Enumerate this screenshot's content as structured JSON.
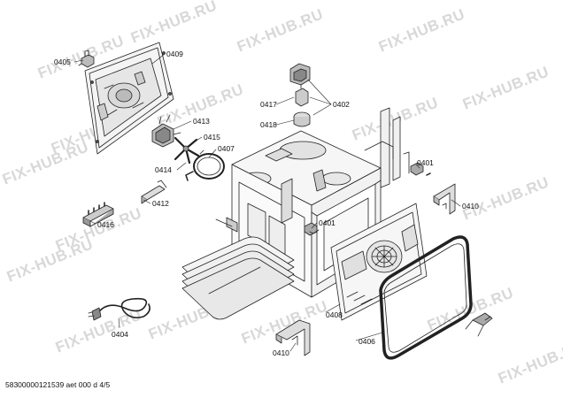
{
  "watermark": "FIX-HUB.RU",
  "footer": "58300000121539 aet 000 d 4/5",
  "parts": {
    "p0405": "0405",
    "p0409": "0409",
    "p0413": "0413",
    "p0415": "0415",
    "p0407": "0407",
    "p0414": "0414",
    "p0412": "0412",
    "p0416": "0416",
    "p0404": "0404",
    "p0417": "0417",
    "p0402": "0402",
    "p0418": "0418",
    "p0401a": "0401",
    "p0401b": "0401",
    "p0410a": "0410",
    "p0410b": "0410",
    "p0408": "0408",
    "p0406": "0406"
  }
}
